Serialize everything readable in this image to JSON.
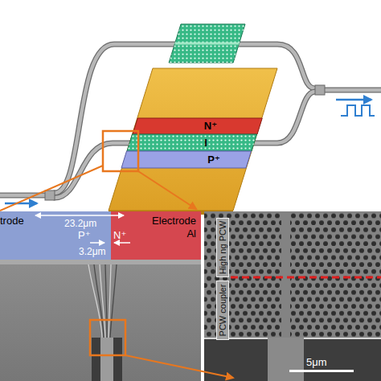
{
  "diagram": {
    "nodes": [
      {
        "text": [
          "N⁺"
        ]
      },
      {
        "text": [
          "I"
        ]
      },
      {
        "text": [
          "P⁺"
        ]
      },
      {
        "text": [
          "trode",
          "P⁺"
        ]
      },
      {
        "text": [
          "N⁺",
          "Electrode Al"
        ]
      },
      {
        "text": [
          "High ng PCW"
        ]
      },
      {
        "text": [
          "PCW coupler"
        ]
      }
    ],
    "labels": [
      "23.2μm",
      "3.2μm",
      "5μm"
    ]
  }
}
